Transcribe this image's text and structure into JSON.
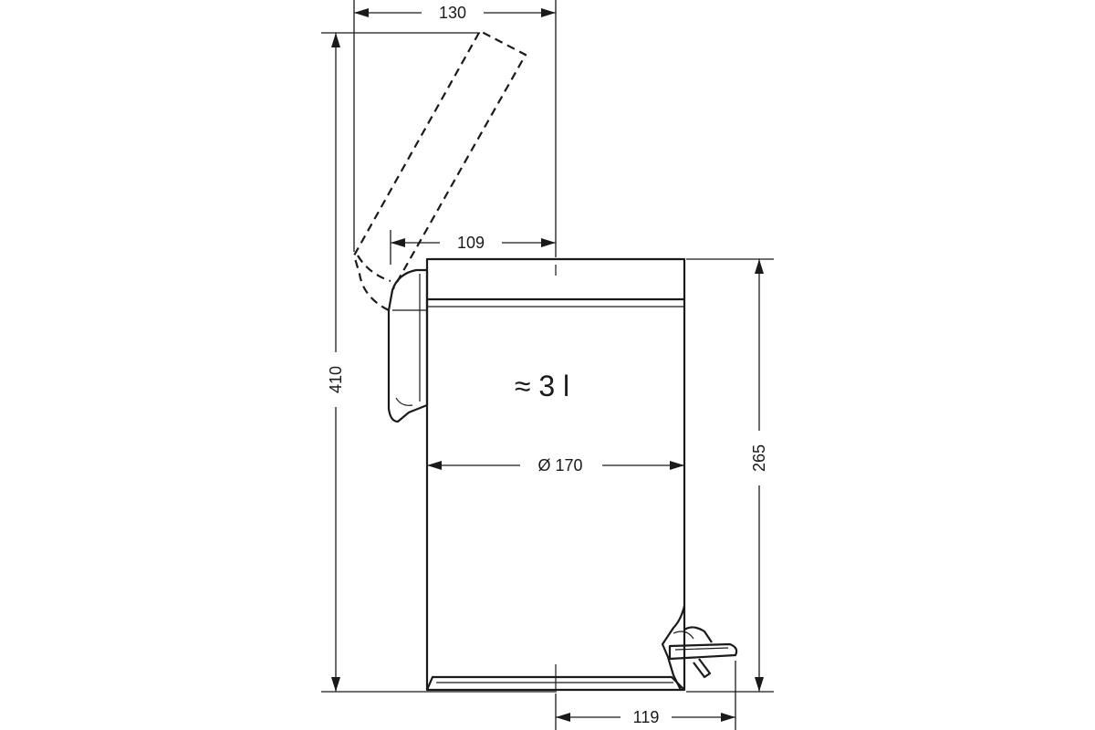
{
  "dimensions": {
    "lid_open_depth": "130",
    "lid_hinge_depth": "109",
    "total_height_open": "410",
    "body_height": "265",
    "diameter": "Ø 170",
    "pedal_depth": "119"
  },
  "volume_label": "≈ 3 l"
}
